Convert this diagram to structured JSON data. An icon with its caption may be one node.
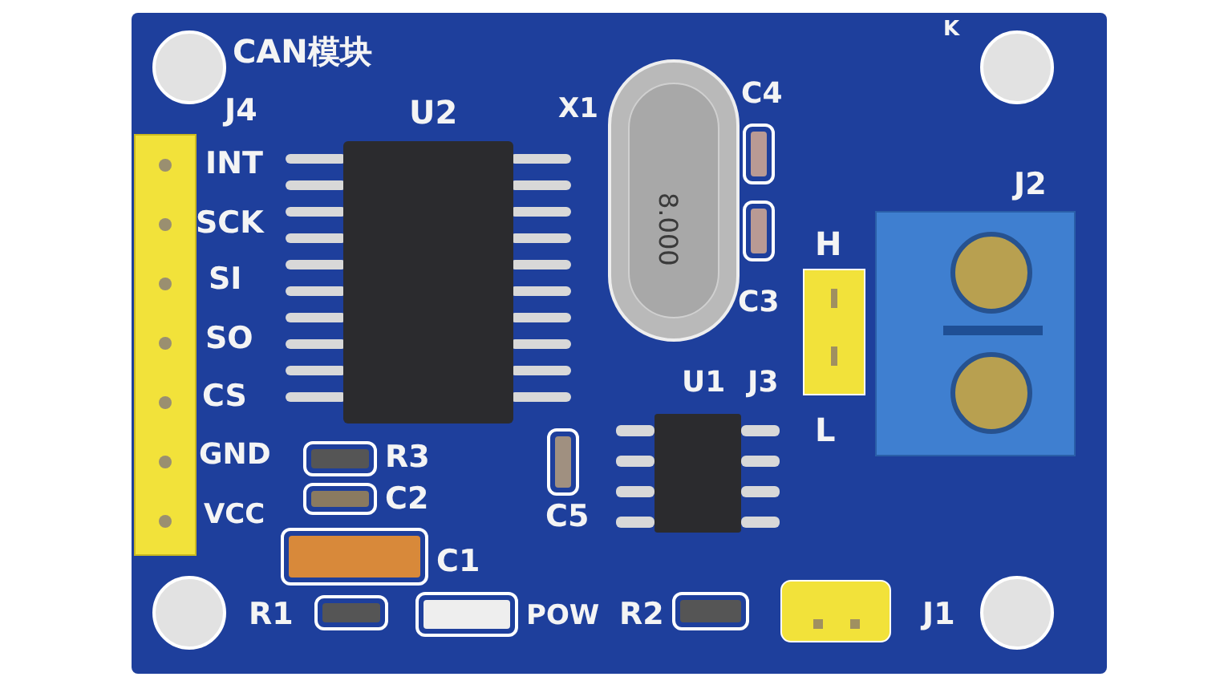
{
  "diagram": {
    "labels": [
      "CAN模块",
      "K",
      "J4",
      "U2",
      "X1",
      "8.000",
      "C4",
      "INT",
      "J2",
      "SCK",
      "H",
      "SI",
      "C3",
      "SO",
      "CS",
      "U1",
      "J3",
      "L",
      "GND",
      "R3",
      "C2",
      "VCC",
      "C5",
      "C1",
      "R1",
      "POW",
      "R2",
      "J1"
    ]
  }
}
